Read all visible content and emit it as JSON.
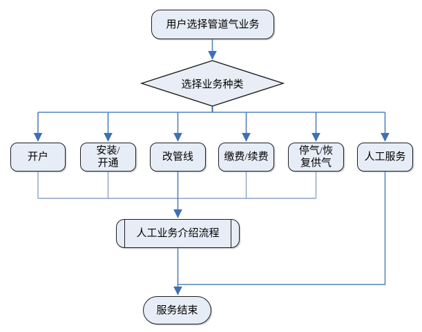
{
  "flowchart": {
    "start": {
      "label": "用户选择管道气业务"
    },
    "decision": {
      "label": "选择业务种类"
    },
    "branches": [
      {
        "label": "开户"
      },
      {
        "label": "安装/\n开通"
      },
      {
        "label": "改管线"
      },
      {
        "label": "缴费/续费"
      },
      {
        "label": "停气/恢\n复供气"
      },
      {
        "label": "人工服务"
      }
    ],
    "process": {
      "label": "人工业务介绍流程"
    },
    "end": {
      "label": "服务结束"
    }
  },
  "colors": {
    "background": "#ffffff",
    "node_fill": "#e7edf6",
    "node_border": "#1b1b1b",
    "connector_strong": "#4f81bd",
    "connector_light": "#8aa2c6",
    "connector_dark": "#2f5b9a",
    "arrowhead": "#3f6fb5"
  }
}
